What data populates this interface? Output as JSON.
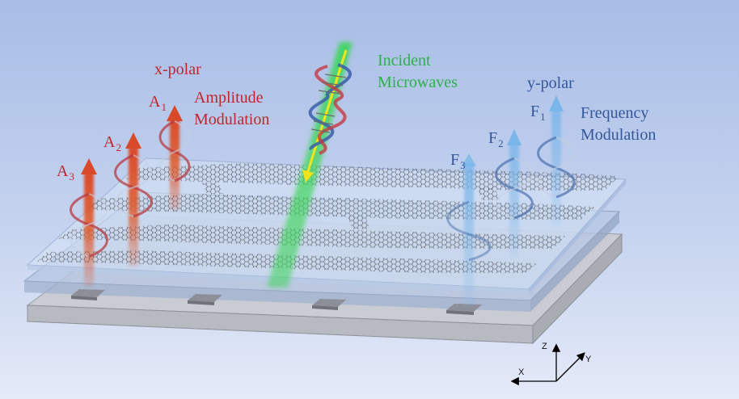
{
  "labels": {
    "x_polar": "x-polar",
    "amplitude_modulation": [
      "Amplitude",
      "Modulation"
    ],
    "incident": [
      "Incident",
      "Microwaves"
    ],
    "y_polar": "y-polar",
    "frequency_modulation": [
      "Frequency",
      "Modulation"
    ],
    "a1": {
      "base": "A",
      "sub": "1"
    },
    "a2": {
      "base": "A",
      "sub": "2"
    },
    "a3": {
      "base": "A",
      "sub": "3"
    },
    "f1": {
      "base": "F",
      "sub": "1"
    },
    "f2": {
      "base": "F",
      "sub": "2"
    },
    "f3": {
      "base": "F",
      "sub": "3"
    },
    "axis_x": "X",
    "axis_y": "Y",
    "axis_z": "Z"
  },
  "colors": {
    "amplitude": "#c0272d",
    "incident": "#2bb34a",
    "frequency": "#34579a"
  }
}
